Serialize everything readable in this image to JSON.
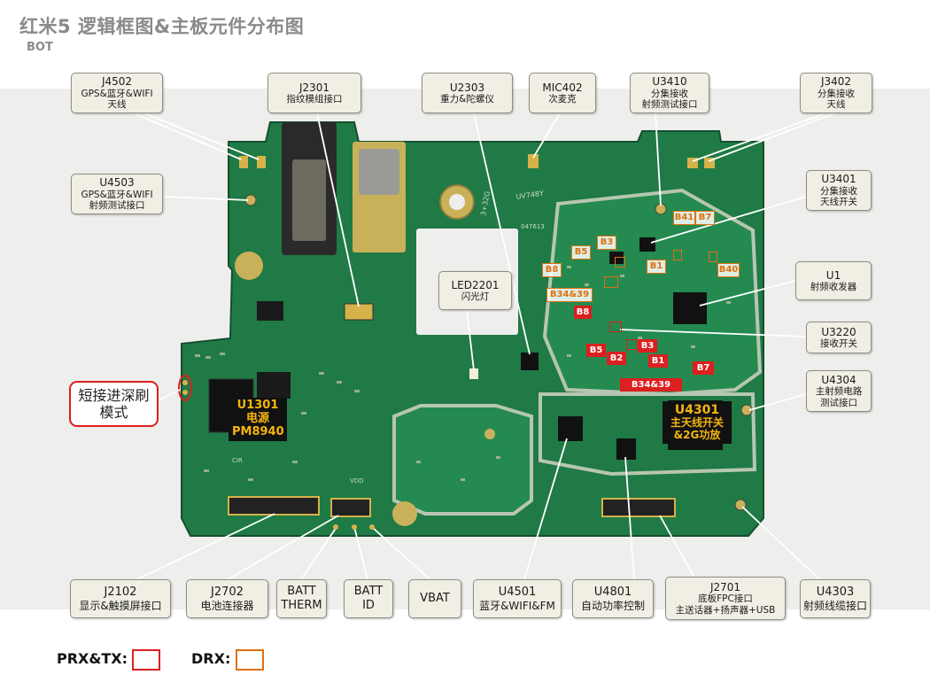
{
  "title": "红米5 逻辑框图&主板元件分布图",
  "side": "BOT",
  "colors": {
    "prx_tx": "#dc1f1f",
    "drx": "#e0700e",
    "chip_label": "#f6b50f",
    "board": "#1f7a45"
  },
  "labels": {
    "j4502": {
      "id": "J4502",
      "line1": "GPS&蓝牙&WIFI",
      "line2": "天线"
    },
    "j2301": {
      "id": "J2301",
      "line1": "指纹模组接口"
    },
    "u2303": {
      "id": "U2303",
      "line1": "重力&陀螺仪"
    },
    "mic402": {
      "id": "MIC402",
      "line1": "次麦克"
    },
    "u3410": {
      "id": "U3410",
      "line1": "分集接收",
      "line2": "射频测试接口"
    },
    "j3402": {
      "id": "J3402",
      "line1": "分集接收",
      "line2": "天线"
    },
    "u4503": {
      "id": "U4503",
      "line1": "GPS&蓝牙&WIFI",
      "line2": "射频测试接口"
    },
    "u3401": {
      "id": "U3401",
      "line1": "分集接收",
      "line2": "天线开关"
    },
    "led2201": {
      "id": "LED2201",
      "line1": "闪光灯"
    },
    "u1": {
      "id": "U1",
      "line1": "射频收发器"
    },
    "u3220": {
      "id": "U3220",
      "line1": "接收开关"
    },
    "u4304": {
      "id": "U4304",
      "line1": "主射频电路",
      "line2": "测试接口"
    },
    "j2102": {
      "id": "J2102",
      "line1": "显示&触摸屏接口"
    },
    "j2702": {
      "id": "J2702",
      "line1": "电池连接器"
    },
    "batt_therm": {
      "id": "BATT",
      "line1": "THERM"
    },
    "batt_id": {
      "id": "BATT",
      "line1": "ID"
    },
    "vbat": {
      "id": "VBAT"
    },
    "u4501": {
      "id": "U4501",
      "line1": "蓝牙&WIFI&FM"
    },
    "u4801": {
      "id": "U4801",
      "line1": "自动功率控制"
    },
    "j2701": {
      "id": "J2701",
      "line1": "底板FPC接口",
      "line2": "主送话器+扬声器+USB"
    },
    "u4303": {
      "id": "U4303",
      "line1": "射频线缆接口"
    }
  },
  "chips": {
    "u1301": {
      "line1": "U1301",
      "line2": "电源",
      "line3": "PM8940"
    },
    "u4301": {
      "line1": "U4301",
      "line2": "主天线开关",
      "line3": "&2G功放"
    }
  },
  "short_note": {
    "line1": "短接进深刷",
    "line2": "模式"
  },
  "drx_markers": [
    "B41",
    "B7",
    "B3",
    "B5",
    "B8",
    "B1",
    "B40",
    "B34&39"
  ],
  "prx_markers": [
    "B8",
    "B3",
    "B5",
    "B2",
    "B1",
    "B7",
    "B34&39"
  ],
  "legend": {
    "prx_tx": "PRX&TX:",
    "drx": "DRX:"
  },
  "board_silk": {
    "s1": "UV748Y",
    "s2": "047613",
    "s3": "3+32G",
    "s4": "CIR",
    "s5": "VDD"
  }
}
